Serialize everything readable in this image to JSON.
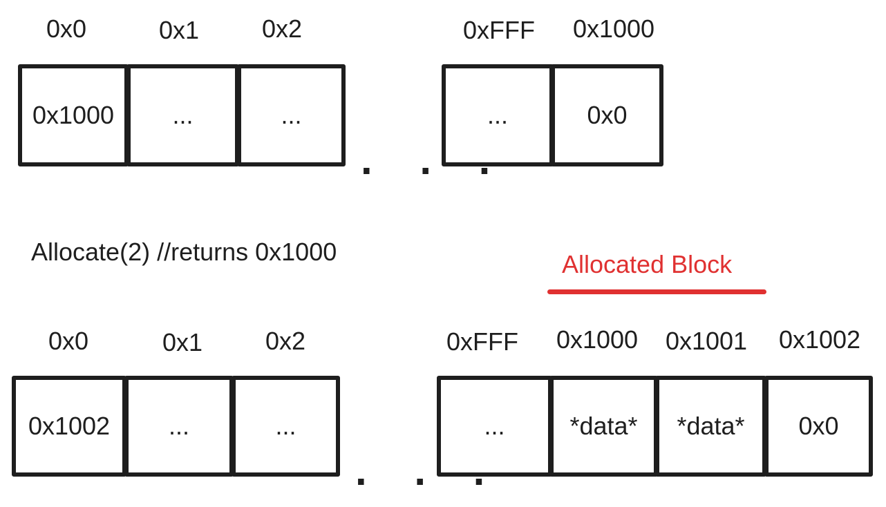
{
  "colors": {
    "ink": "#1e1e1e",
    "accent": "#e03131"
  },
  "row1": {
    "addresses": [
      "0x0",
      "0x1",
      "0x2",
      "0xFFF",
      "0x1000"
    ],
    "cells": [
      "0x1000",
      "...",
      "...",
      "...",
      "0x0"
    ],
    "ellipsis": ". . ."
  },
  "caption": "Allocate(2) //returns 0x1000",
  "annotation": {
    "label": "Allocated Block"
  },
  "row2": {
    "addresses": [
      "0x0",
      "0x1",
      "0x2",
      "0xFFF",
      "0x1000",
      "0x1001",
      "0x1002"
    ],
    "cells": [
      "0x1002",
      "...",
      "...",
      "...",
      "*data*",
      "*data*",
      "0x0"
    ],
    "ellipsis": ". . ."
  }
}
